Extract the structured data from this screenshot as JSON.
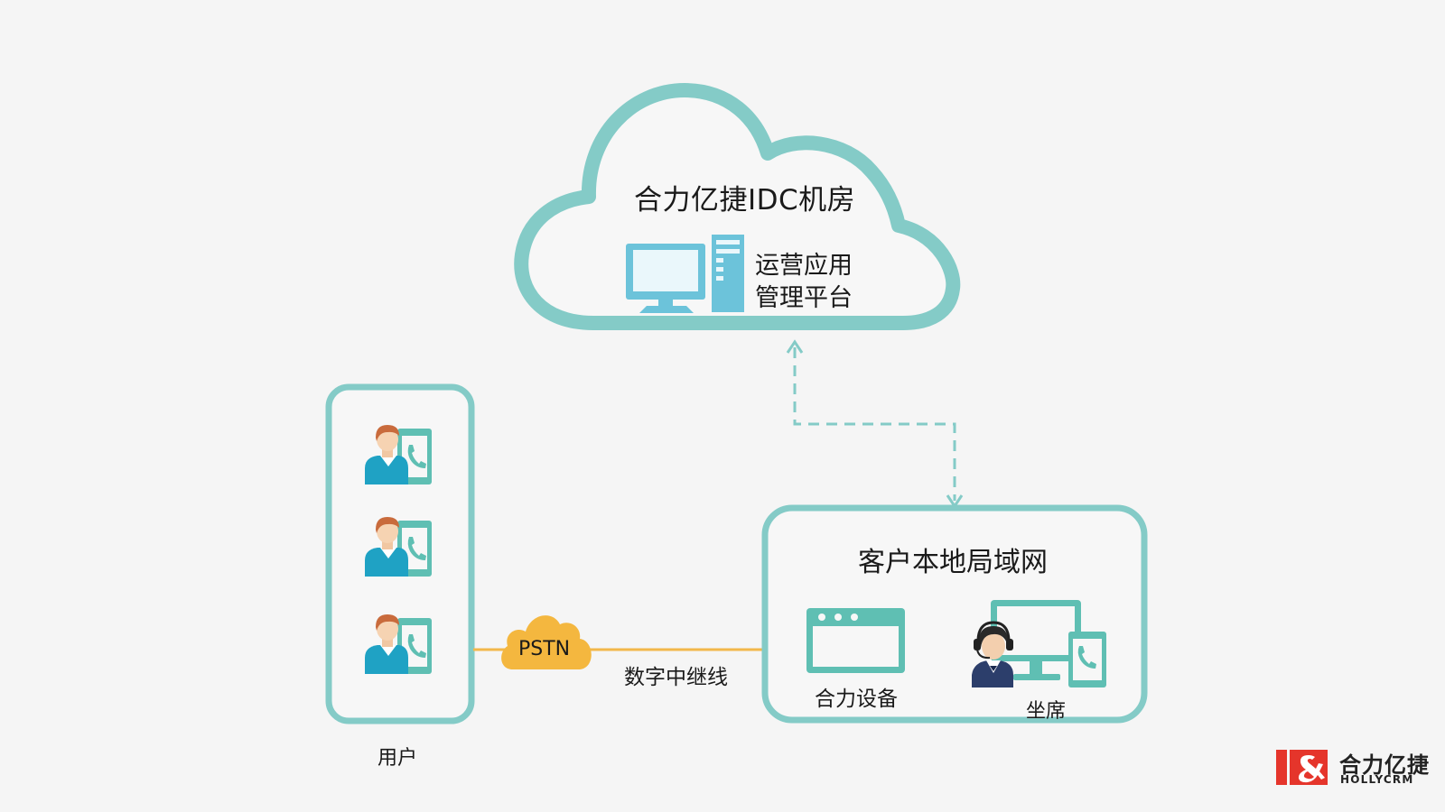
{
  "cloud": {
    "title": "合力亿捷IDC机房",
    "platform_line1": "运营应用",
    "platform_line2": "管理平台"
  },
  "users": {
    "label": "用户"
  },
  "pstn": {
    "label": "PSTN"
  },
  "trunk": {
    "label": "数字中继线"
  },
  "lan": {
    "title": "客户本地局域网",
    "device_label": "合力设备",
    "agent_label": "坐席"
  },
  "logo": {
    "cn": "合力亿捷",
    "en": "HOLLYCRM"
  },
  "colors": {
    "teal": "#84cbc7",
    "teal_dark": "#5fbfb3",
    "monitor_blue": "#6cc3da",
    "pstn_orange": "#f4b73f",
    "trunk_line": "#f2b84b",
    "logo_red": "#e5352b"
  },
  "icons": [
    "monitor-icon",
    "server-icon",
    "user-phone-icon",
    "device-window-icon",
    "agent-headset-icon",
    "agent-desktop-icon",
    "pstn-cloud-icon"
  ]
}
